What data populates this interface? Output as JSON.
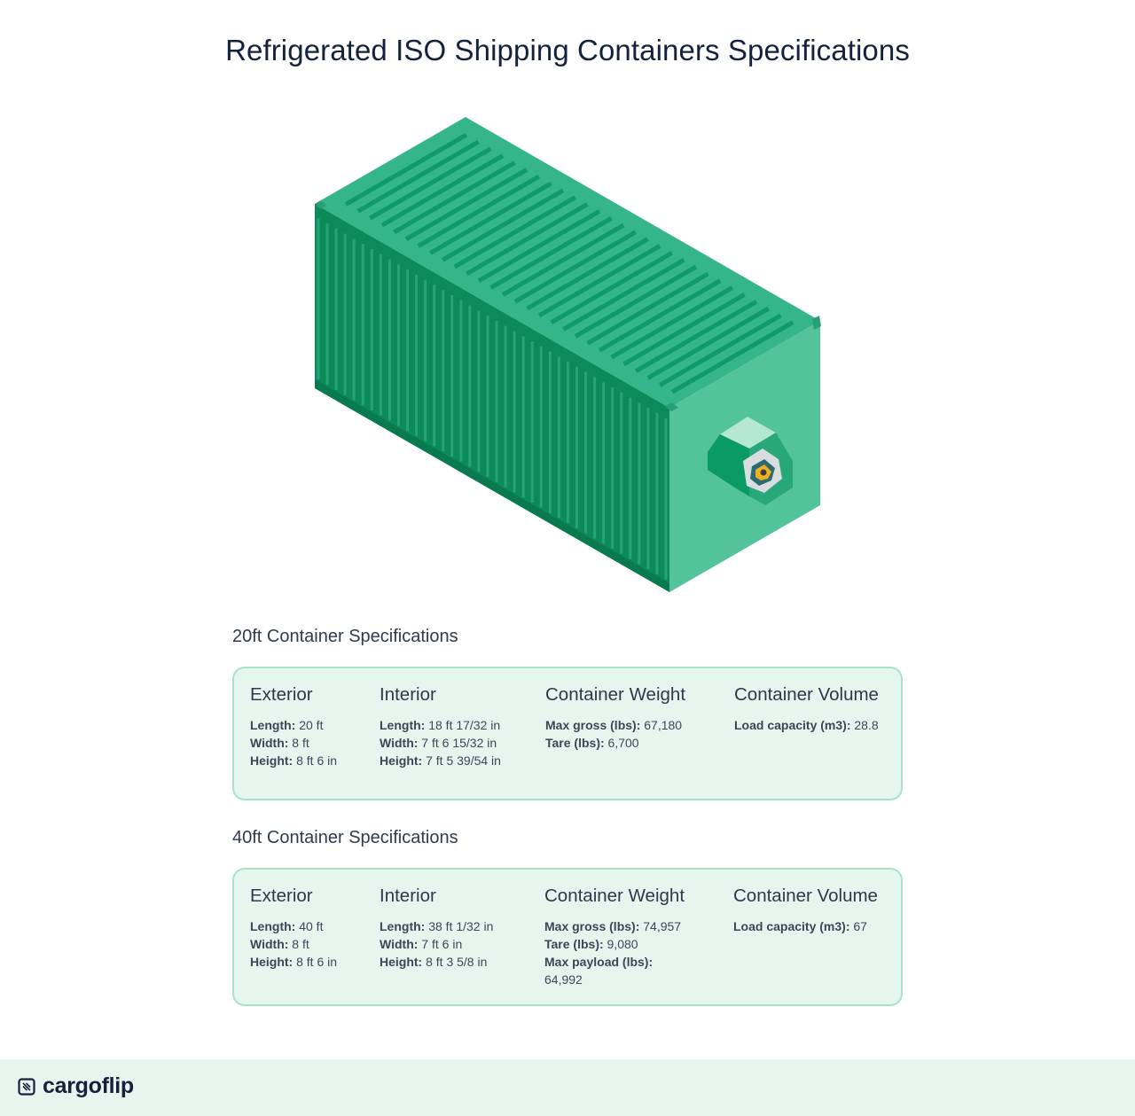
{
  "title": "Refrigerated ISO Shipping Containers Specifications",
  "colors": {
    "top": "#35b58a",
    "side": "#0b8a5a",
    "end": "#52c39b",
    "card_bg": "#e5f6ef",
    "card_border": "#a8e2cc",
    "title": "#14223d"
  },
  "illustration": {
    "name": "refrigerated-container-illustration"
  },
  "sections": [
    {
      "title": "20ft Container Specifications",
      "columns": [
        {
          "heading": "Exterior",
          "lines": [
            {
              "k": "Length:",
              "v": " 20 ft"
            },
            {
              "k": "Width:",
              "v": " 8 ft"
            },
            {
              "k": "Height:",
              "v": " 8 ft 6 in"
            }
          ]
        },
        {
          "heading": "Interior",
          "lines": [
            {
              "k": "Length:",
              "v": " 18 ft 17/32 in"
            },
            {
              "k": "Width:",
              "v": " 7 ft 6 15/32 in"
            },
            {
              "k": "Height:",
              "v": " 7 ft 5 39/54 in"
            }
          ]
        },
        {
          "heading": "Container Weight",
          "lines": [
            {
              "k": "Max gross (lbs):",
              "v": " 67,180"
            },
            {
              "k": "Tare (lbs):",
              "v": " 6,700"
            }
          ]
        },
        {
          "heading": "Container Volume",
          "lines": [
            {
              "k": "Load capacity (m3):",
              "v": " 28.8"
            }
          ]
        }
      ]
    },
    {
      "title": "40ft Container Specifications",
      "columns": [
        {
          "heading": "Exterior",
          "lines": [
            {
              "k": "Length:",
              "v": " 40 ft"
            },
            {
              "k": "Width:",
              "v": " 8 ft"
            },
            {
              "k": "Height:",
              "v": " 8 ft 6 in"
            }
          ]
        },
        {
          "heading": "Interior",
          "lines": [
            {
              "k": "Length:",
              "v": " 38 ft 1/32 in"
            },
            {
              "k": "Width:",
              "v": " 7 ft 6 in"
            },
            {
              "k": "Height:",
              "v": " 8 ft 3 5/8 in"
            }
          ]
        },
        {
          "heading": "Container Weight",
          "lines": [
            {
              "k": "Max gross (lbs):",
              "v": " 74,957"
            },
            {
              "k": "Tare (lbs):",
              "v": " 9,080"
            },
            {
              "k": "Max payload (lbs):",
              "v": ""
            },
            {
              "k": "",
              "v": "64,992"
            }
          ]
        },
        {
          "heading": "Container Volume",
          "lines": [
            {
              "k": "Load capacity (m3):",
              "v": " 67"
            }
          ]
        }
      ]
    }
  ],
  "footer": {
    "brand": "cargoflip",
    "icon": "cargoflip-logo-icon"
  }
}
